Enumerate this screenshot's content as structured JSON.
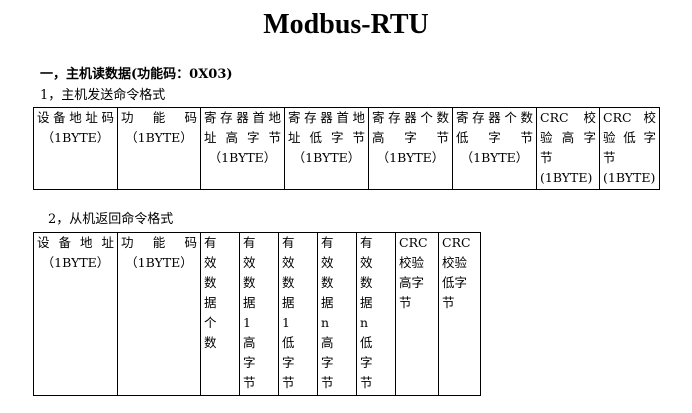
{
  "document": {
    "title": "Modbus-RTU",
    "section1_heading": "一，主机读数据(功能码：0X03)",
    "sub1_heading": "1，主机发送命令格式",
    "sub2_heading": "2，从机返回命令格式"
  },
  "send_table": {
    "cells": [
      {
        "line1": "设备地址码",
        "line2": "（1BYTE）"
      },
      {
        "line1": "功 能 码",
        "line2": "（1BYTE）"
      },
      {
        "line1": "寄存器首地",
        "line2": "址高字节",
        "line3": "（1BYTE）"
      },
      {
        "line1": "寄存器首地",
        "line2": "址低字节",
        "line3": "（1BYTE）"
      },
      {
        "line1": "寄存器个数",
        "line2": "高 字 节",
        "line3": "（1BYTE）"
      },
      {
        "line1": "寄存器个数",
        "line2": "低 字 节",
        "line3": "（1BYTE）"
      },
      {
        "line1": "CRC 校",
        "line2": "验高字",
        "line3": "节",
        "line4": "(1BYTE)"
      },
      {
        "line1": "CRC 校",
        "line2": "验低字",
        "line3": "节",
        "line4": "(1BYTE)"
      }
    ]
  },
  "return_table": {
    "cells": [
      {
        "line1": "设备地址",
        "line2": "（1BYTE）"
      },
      {
        "line1": "功 能 码",
        "line2": "（1BYTE）"
      },
      {
        "lines": [
          "有",
          "效",
          "数",
          "据",
          "个",
          "数"
        ]
      },
      {
        "lines": [
          "有",
          "效",
          "数",
          "据",
          "1",
          "高",
          "字",
          "节"
        ]
      },
      {
        "lines": [
          "有",
          "效",
          "数",
          "据",
          "1",
          "低",
          "字",
          "节"
        ]
      },
      {
        "lines": [
          "有",
          "效",
          "数",
          "据",
          "n",
          "高",
          "字",
          "节"
        ]
      },
      {
        "lines": [
          "有",
          "效",
          "数",
          "据",
          "n",
          "低",
          "字",
          "节"
        ]
      },
      {
        "lines": [
          "CRC",
          "校验",
          "高字",
          "节"
        ]
      },
      {
        "lines": [
          "CRC",
          "校验",
          "低字",
          "节"
        ]
      }
    ]
  }
}
